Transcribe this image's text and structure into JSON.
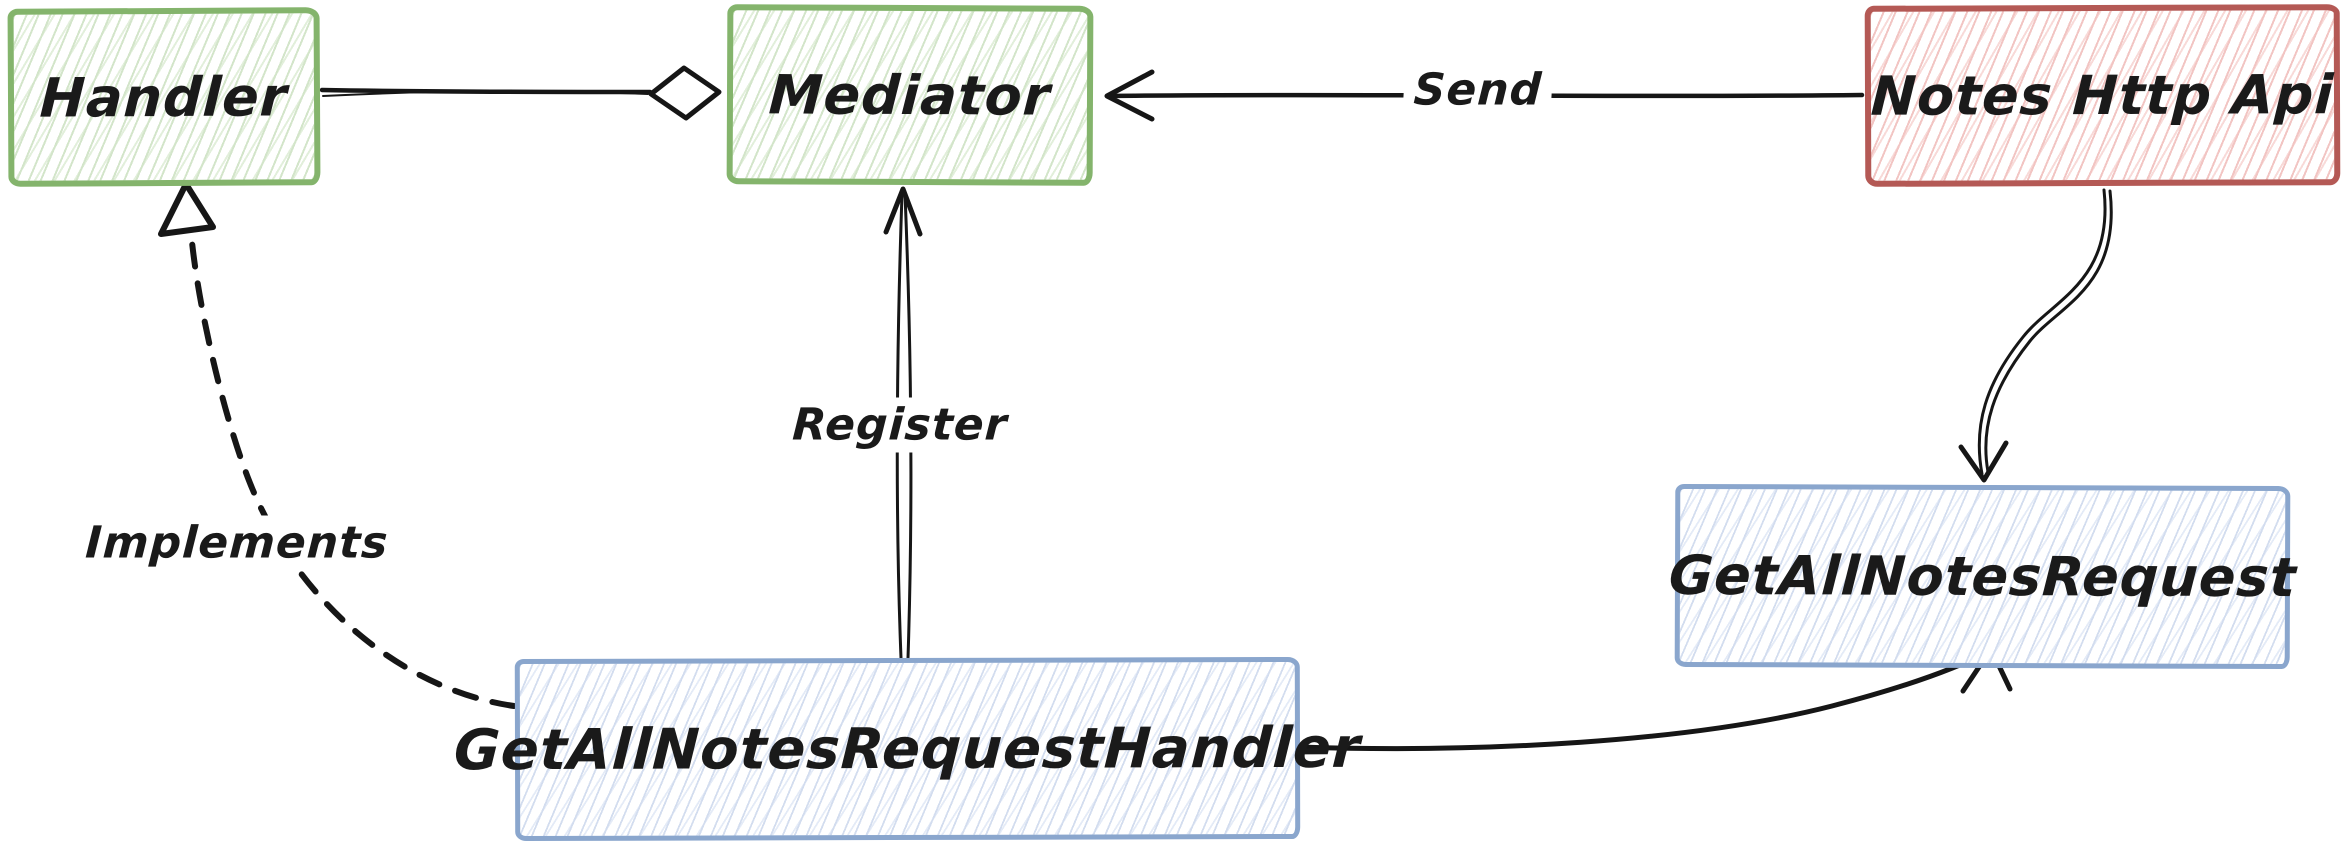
{
  "diagram": {
    "description": "Hand-drawn style architecture diagram of the Mediator pattern for a Notes HTTP API",
    "background_color": "#ffffff",
    "stroke_color": "#161616",
    "nodes": [
      {
        "id": "handler",
        "label": "Handler",
        "scheme": "green",
        "border_color": "#84b46c",
        "hachure_color": "#d3e5ca"
      },
      {
        "id": "mediator",
        "label": "Mediator",
        "scheme": "green",
        "border_color": "#84b46c",
        "hachure_color": "#d3e5ca"
      },
      {
        "id": "notes-http-api",
        "label": "Notes Http Api",
        "scheme": "red",
        "border_color": "#b45955",
        "hachure_color": "#f2c5c3"
      },
      {
        "id": "get-all-notes-request",
        "label": "GetAllNotesRequest",
        "scheme": "blue",
        "border_color": "#8aa6cd",
        "hachure_color": "#d3ddef"
      },
      {
        "id": "get-all-notes-request-handler",
        "label": "GetAllNotesRequestHandler",
        "scheme": "blue",
        "border_color": "#8aa6cd",
        "hachure_color": "#d3ddef"
      }
    ],
    "edges": [
      {
        "id": "aggregation",
        "from": "handler",
        "to": "mediator",
        "type": "line-with-hollow-diamond",
        "label": ""
      },
      {
        "id": "send",
        "from": "notes-http-api",
        "to": "mediator",
        "type": "open-arrow",
        "label": "Send"
      },
      {
        "id": "register",
        "from": "get-all-notes-request-handler",
        "to": "mediator",
        "type": "double-stroke-open-arrow",
        "label": "Register"
      },
      {
        "id": "implements",
        "from": "get-all-notes-request-handler",
        "to": "handler",
        "type": "dashed-hollow-triangle-arrow",
        "label": "Implements"
      },
      {
        "id": "creates-request",
        "from": "notes-http-api",
        "to": "get-all-notes-request",
        "type": "double-stroke-open-arrow",
        "label": ""
      },
      {
        "id": "handles-request",
        "from": "get-all-notes-request-handler",
        "to": "get-all-notes-request",
        "type": "open-arrow",
        "label": ""
      }
    ]
  }
}
